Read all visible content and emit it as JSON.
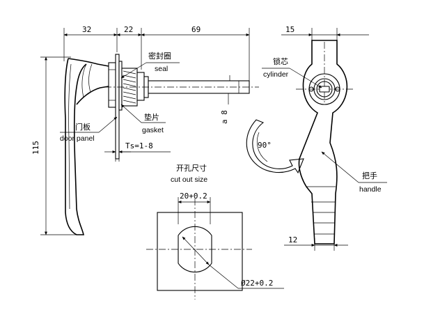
{
  "dimensions": {
    "flange_depth": "32",
    "body_depth": "22",
    "shaft_length": "69",
    "overall_height": "115",
    "shaft_square": "a 8",
    "handle_top_width": "15",
    "handle_bottom_width": "12",
    "panel_thickness": "Ts=1-8",
    "cutout_width": "20+0.2",
    "cutout_diameter": "Ø22+0.2",
    "rotation_angle": "90°"
  },
  "labels": {
    "seal_cn": "密封圈",
    "seal_en": "seal",
    "gasket_cn": "垫片",
    "gasket_en": "gasket",
    "door_panel_cn": "门板",
    "door_panel_en": "door panel",
    "cylinder_cn": "锁芯",
    "cylinder_en": "cylinder",
    "handle_cn": "把手",
    "handle_en": "handle",
    "cutout_cn": "开孔尺寸",
    "cutout_en": "cut out size"
  }
}
